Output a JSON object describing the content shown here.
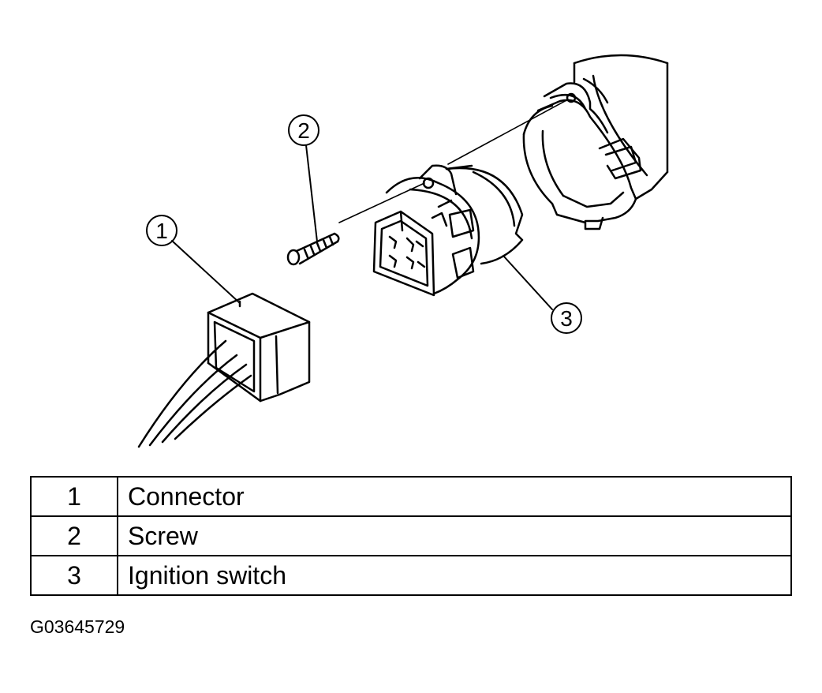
{
  "diagram": {
    "callouts": [
      {
        "number": "1"
      },
      {
        "number": "2"
      },
      {
        "number": "3"
      }
    ]
  },
  "legend": {
    "rows": [
      {
        "number": "1",
        "label": "Connector"
      },
      {
        "number": "2",
        "label": "Screw"
      },
      {
        "number": "3",
        "label": "Ignition switch"
      }
    ]
  },
  "figure_id": "G03645729"
}
